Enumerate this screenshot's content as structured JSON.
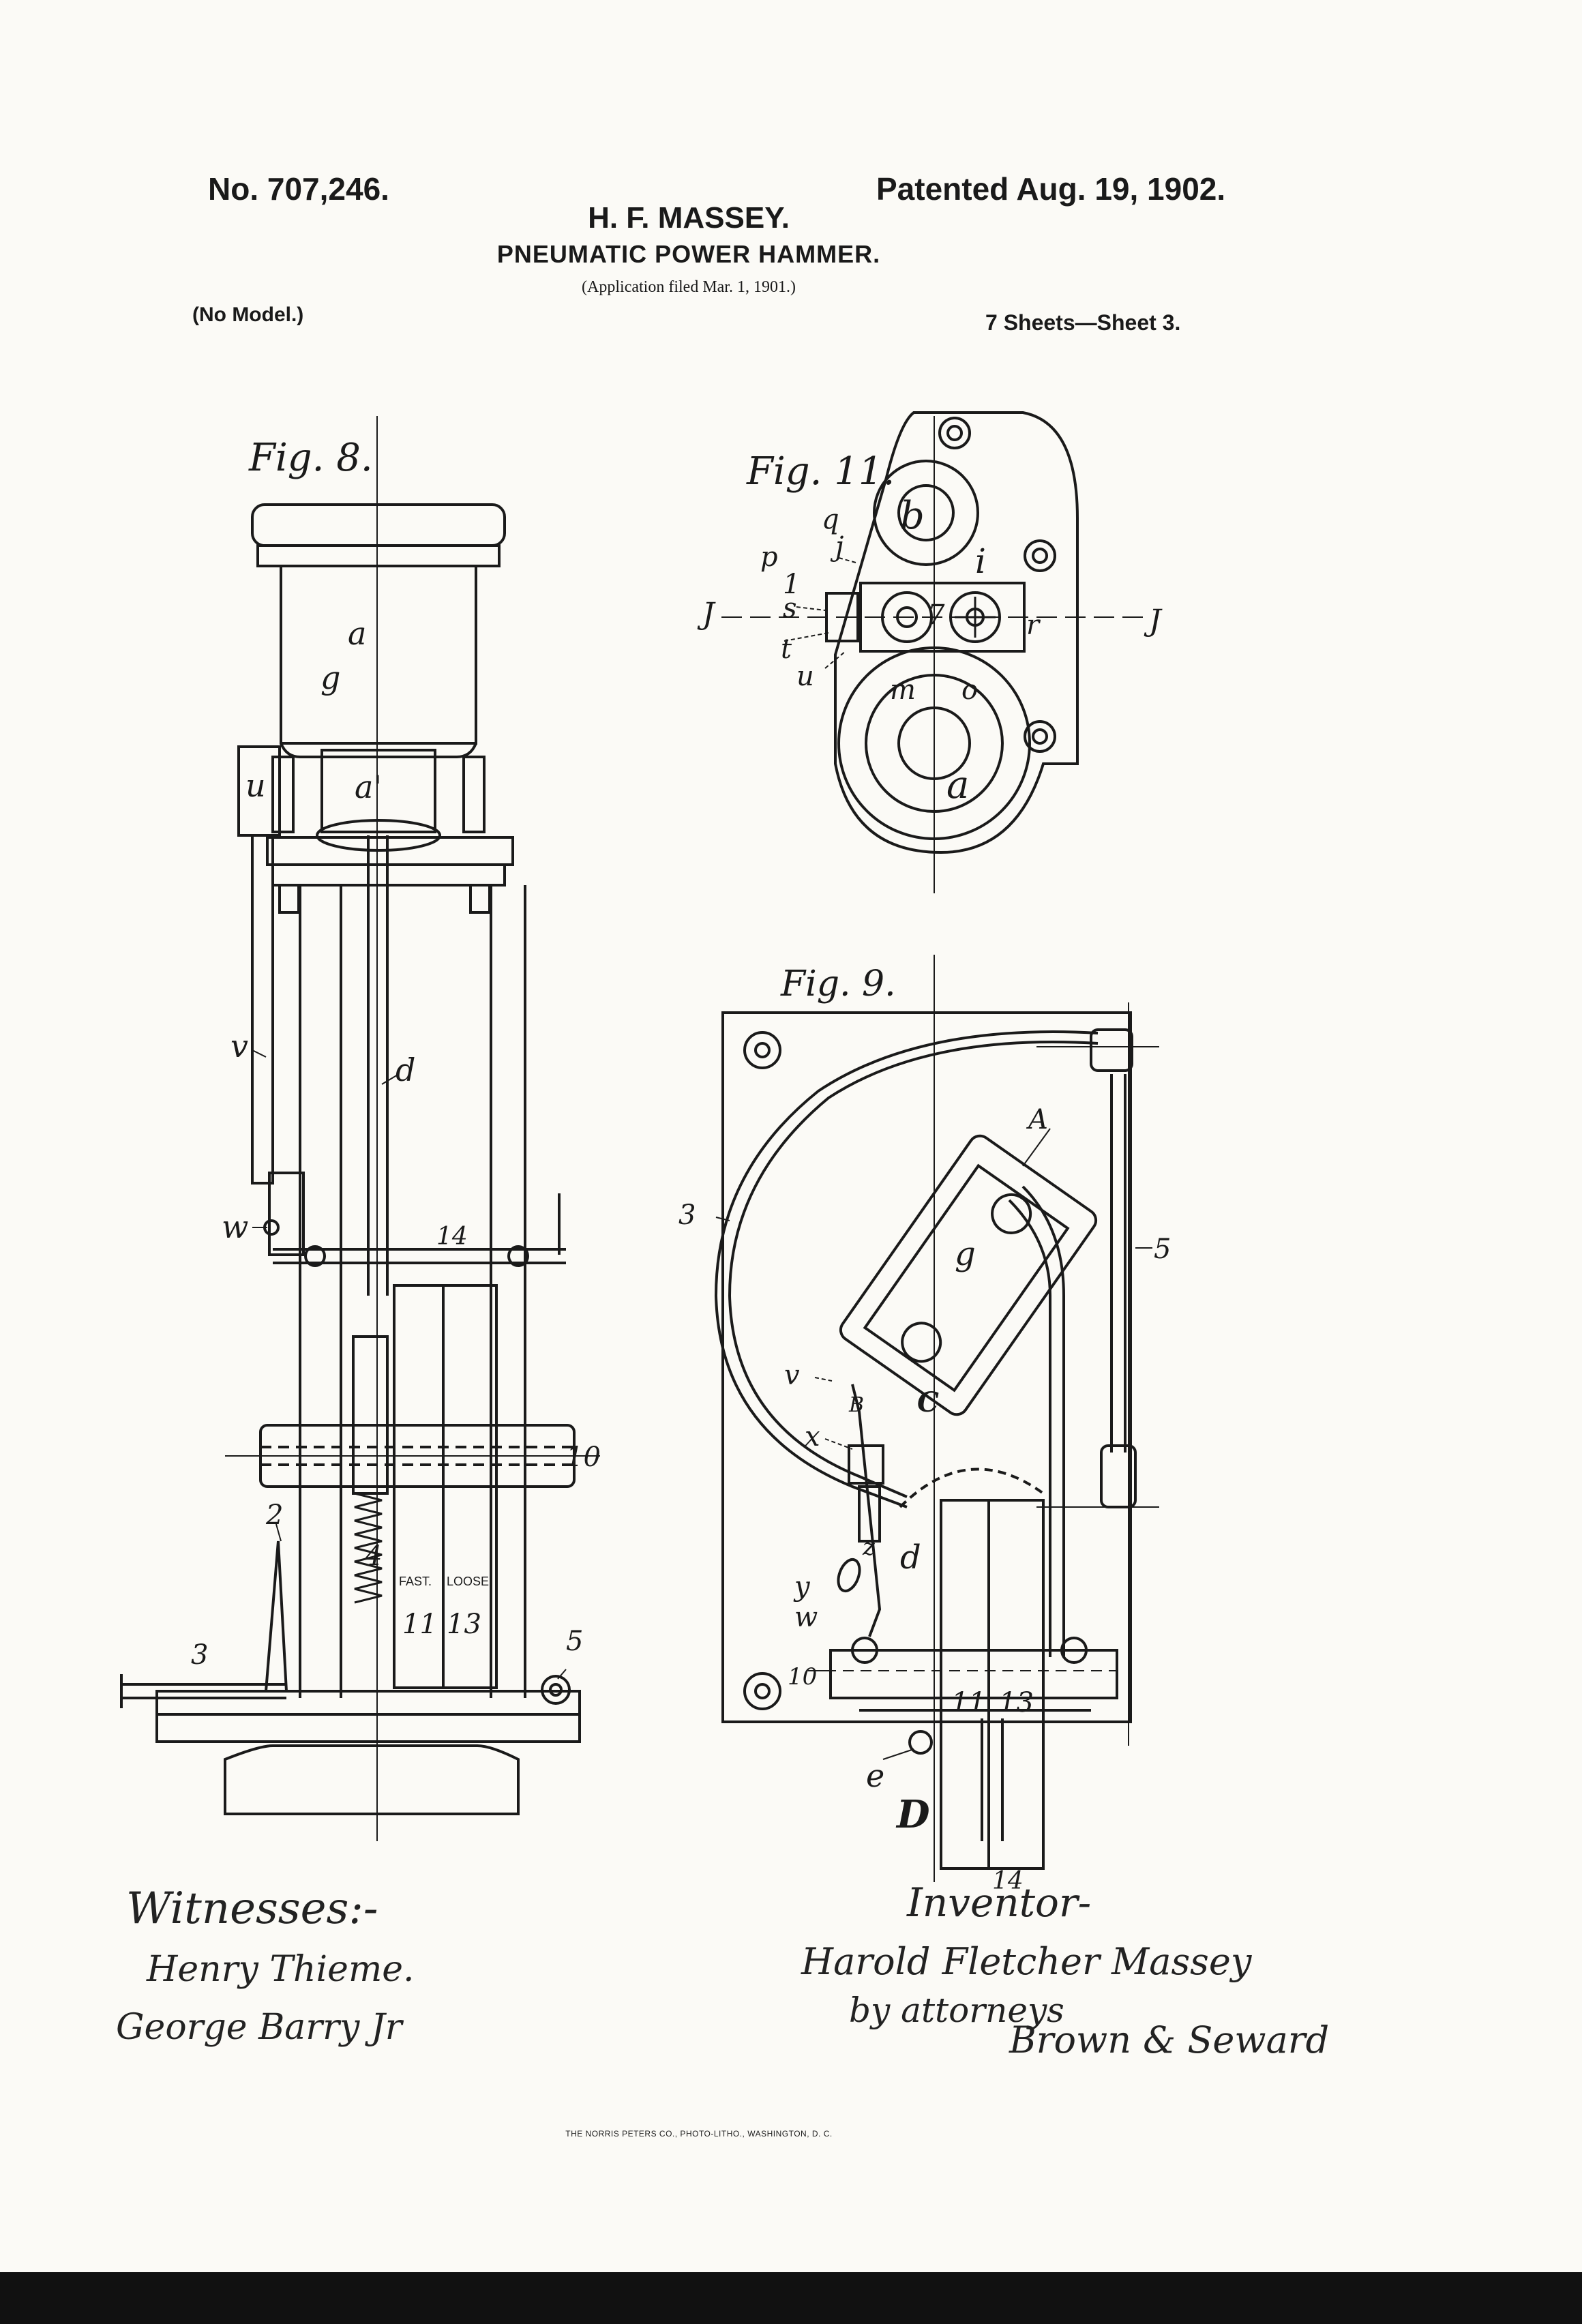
{
  "header": {
    "number": "No. 707,246.",
    "patented": "Patented Aug. 19, 1902.",
    "inventor": "H. F. MASSEY.",
    "title": "PNEUMATIC POWER HAMMER.",
    "application": "(Application filed Mar. 1, 1901.)",
    "model": "(No Model.)",
    "sheets": "7 Sheets—Sheet 3."
  },
  "figures": {
    "fig8": "Fig. 8.",
    "fig11": "Fig. 11.",
    "fig9": "Fig. 9."
  },
  "fig8_labels": {
    "a": "a",
    "g": "g",
    "u": "u",
    "a1": "a'",
    "v": "v",
    "d": "d",
    "w": "w",
    "n14": "14",
    "n2": "2",
    "n4": "4",
    "n10": "10",
    "n3": "3",
    "n5": "5",
    "fast": "FAST.",
    "loose": "LOOSE",
    "n11": "11",
    "n13": "13"
  },
  "fig11_labels": {
    "q": "q",
    "j": "j",
    "p": "p",
    "b": "b",
    "i": "i",
    "n1": "1",
    "s": "s",
    "J_left": "J",
    "J_right": "J",
    "t": "t",
    "u": "u",
    "n7": "7",
    "r": "r",
    "m": "m",
    "o": "o",
    "a": "a"
  },
  "fig9_labels": {
    "A": "A",
    "n3": "3",
    "n5": "5",
    "g": "g",
    "v": "v",
    "B": "B",
    "C": "C",
    "x": "x",
    "z": "z",
    "d": "d",
    "y": "y",
    "w": "w",
    "n10": "10",
    "n11": "11",
    "n13": "13",
    "e": "e",
    "D": "D",
    "n14": "14"
  },
  "signatures": {
    "witnesses_heading": "Witnesses:-",
    "witness1": "Henry Thieme.",
    "witness2": "George Barry Jr",
    "inventor_heading": "Inventor-",
    "inventor_name": "Harold Fletcher Massey",
    "attorneys": "by attorneys",
    "attorney_name": "Brown & Seward"
  },
  "footer": "THE NORRIS PETERS CO., PHOTO-LITHO., WASHINGTON, D. C."
}
